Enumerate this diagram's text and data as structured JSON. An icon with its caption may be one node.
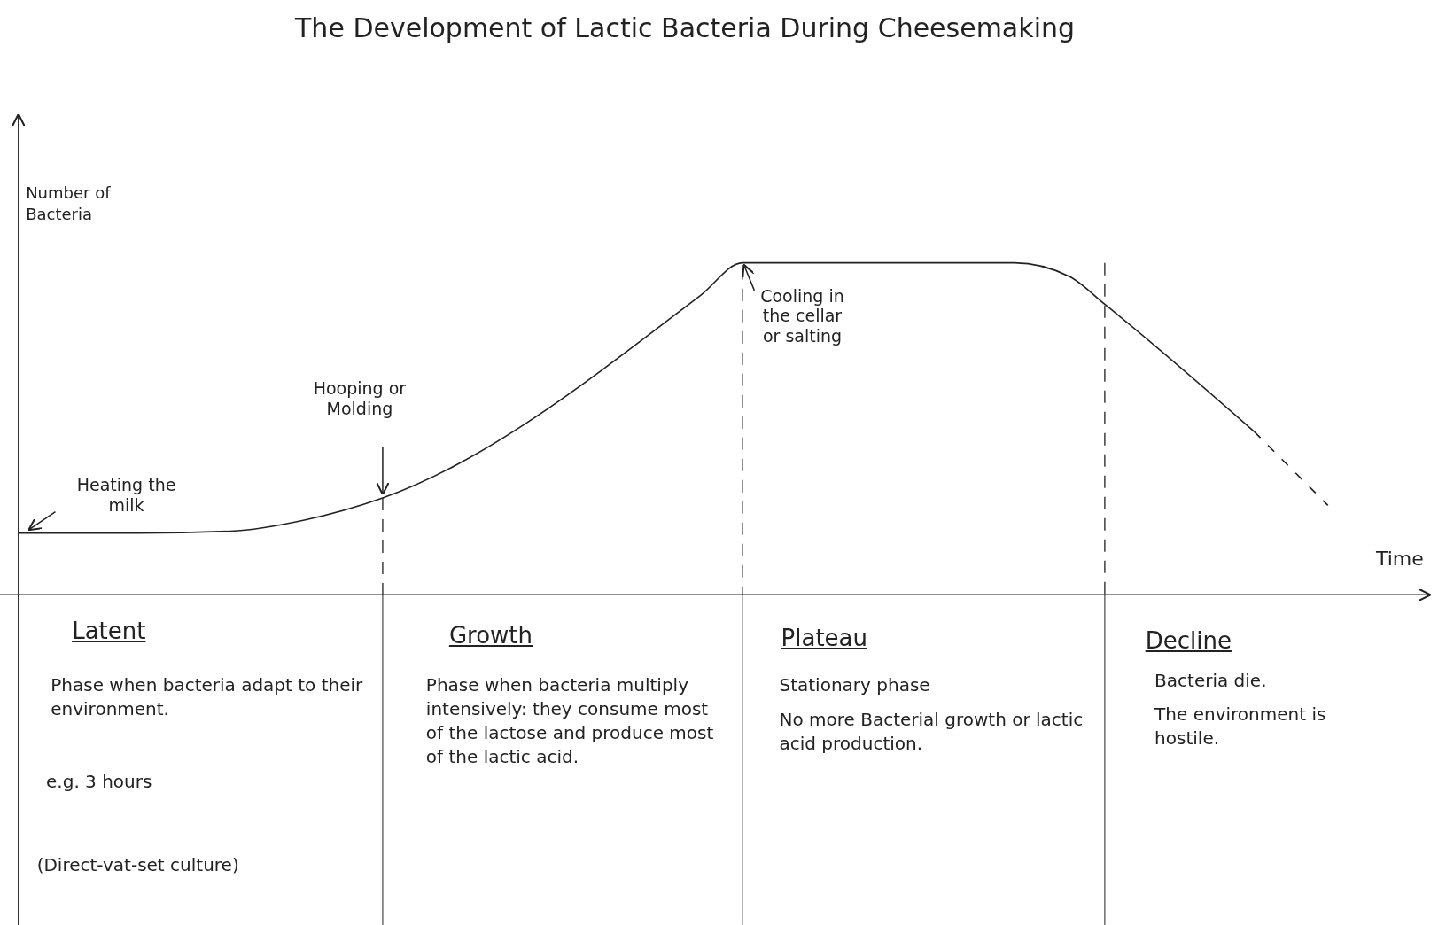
{
  "diagram": {
    "title": "The Development of Lactic Bacteria During Cheesemaking",
    "nodes": [
      {
        "text": [
          "Heating the milk"
        ]
      },
      {
        "text": [
          "Hooping or Molding"
        ]
      },
      {
        "text": [
          "Cooling in the cellar or salting"
        ]
      }
    ],
    "edges": [
      {
        "from": 0,
        "to": null,
        "arrow": "to"
      },
      {
        "from": 1,
        "to": null,
        "arrow": "to"
      },
      {
        "from": 2,
        "to": null,
        "arrow": "to"
      }
    ],
    "labels": [
      "Number of Bacteria",
      "Time",
      "Latent",
      "Phase when bacteria adapt to their environment.",
      "e.g. 3 hours",
      "(Direct-vat-set culture)",
      "Growth",
      "Phase when bacteria multiply intensively: they consume most of the lactose and produce most of the lactic acid.",
      "Plateau",
      "Stationary phase",
      "No more Bacterial growth or lactic acid production.",
      "Decline",
      "Bacteria die.",
      "The environment is hostile."
    ]
  }
}
